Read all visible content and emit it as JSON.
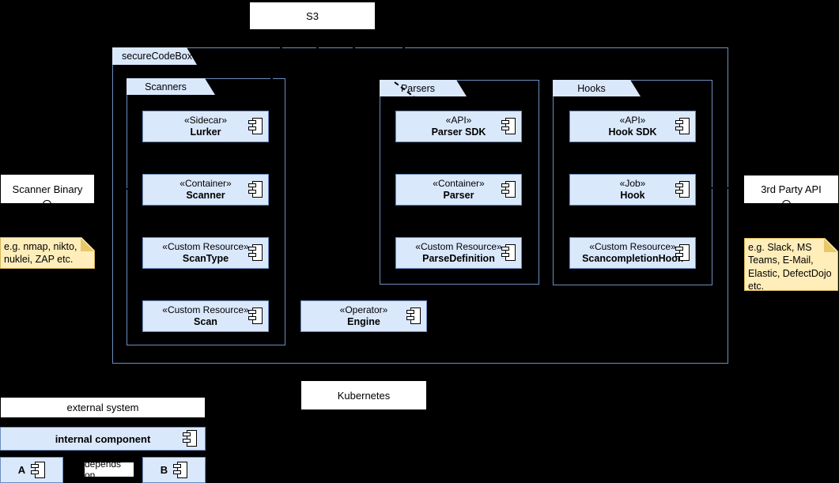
{
  "colors": {
    "background": "#000000",
    "component_fill": "#dae8fc",
    "component_border": "#6c8ebf",
    "external_fill": "#ffffff",
    "note_fill": "#ffeeba",
    "note_border": "#d6b656",
    "text": "#000000"
  },
  "nodes": {
    "s3": "S3",
    "scanner_binary": "Scanner Binary",
    "third_party_api": "3rd Party API",
    "kubernetes": "Kubernetes"
  },
  "notes": {
    "scanner_examples": "e.g. nmap, nikto,\nnuklei, ZAP etc.",
    "hook_examples": "e.g. Slack, MS\nTeams, E-Mail,\nElastic, DefectDojo\netc."
  },
  "container": {
    "label": "secureCodeBox"
  },
  "packages": [
    {
      "label": "Scanners",
      "components": [
        {
          "stereotype": "«Sidecar»",
          "name": "Lurker"
        },
        {
          "stereotype": "«Container»",
          "name": "Scanner"
        },
        {
          "stereotype": "«Custom Resource»",
          "name": "ScanType"
        },
        {
          "stereotype": "«Custom Resource»",
          "name": "Scan"
        }
      ]
    },
    {
      "label": "Parsers",
      "components": [
        {
          "stereotype": "«API»",
          "name": "Parser SDK"
        },
        {
          "stereotype": "«Container»",
          "name": "Parser"
        },
        {
          "stereotype": "«Custom Resource»",
          "name": "ParseDefinition"
        }
      ]
    },
    {
      "label": "Hooks",
      "components": [
        {
          "stereotype": "«API»",
          "name": "Hook SDK"
        },
        {
          "stereotype": "«Job»",
          "name": "Hook"
        },
        {
          "stereotype": "«Custom Resource»",
          "name": "ScancompletionHook"
        }
      ]
    }
  ],
  "operator": {
    "stereotype": "«Operator»",
    "name": "Engine"
  },
  "legend": {
    "external_system": "external system",
    "internal_component": "internal component",
    "node_a": "A",
    "node_b": "B",
    "depends_on": "depends on"
  }
}
